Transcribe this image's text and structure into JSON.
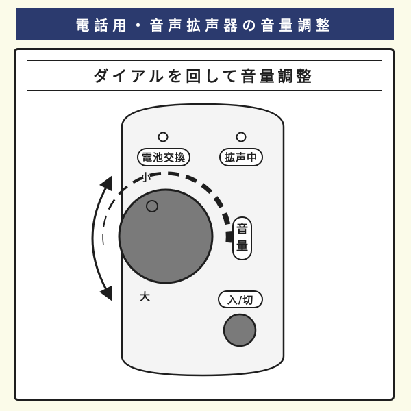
{
  "header": {
    "title": "電話用・音声拡声器の音量調整"
  },
  "panel": {
    "title": "ダイアルを回して音量調整"
  },
  "device": {
    "battery_label": "電池交換",
    "amplify_label": "拡声中",
    "volume_label_top": "音",
    "volume_label_bottom": "量",
    "min_label": "小",
    "max_label": "大",
    "power_label": "入/切"
  },
  "colors": {
    "header_bg": "#2b3a6e",
    "background": "#fbfbe9",
    "device_body": "#f4f4f4",
    "dial": "#7a7a7a",
    "outline": "#1e1e1e"
  }
}
